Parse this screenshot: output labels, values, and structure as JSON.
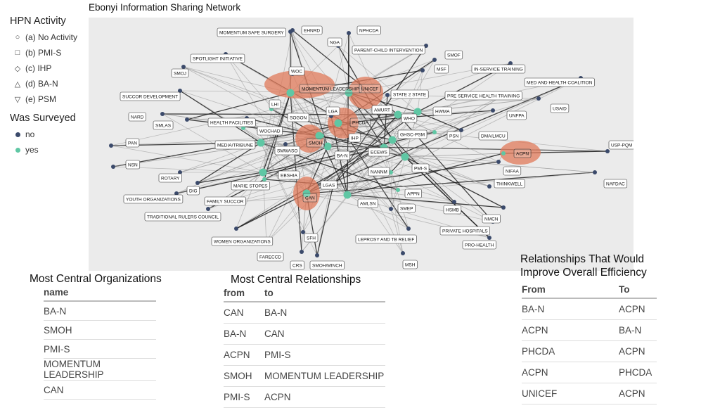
{
  "title": "Ebonyi Information Sharing Network",
  "legend": {
    "activity_title": "HPN Activity",
    "activity_items": [
      {
        "symbol": "○",
        "label": "(a) No Activity"
      },
      {
        "symbol": "□",
        "label": "(b) PMI-S"
      },
      {
        "symbol": "◇",
        "label": "(c) IHP"
      },
      {
        "symbol": "△",
        "label": "(d) BA-N"
      },
      {
        "symbol": "▽",
        "label": "(e) PSM"
      }
    ],
    "surveyed_title": "Was Surveyed",
    "surveyed_items": [
      {
        "label": "no",
        "color": "#3b4a6b"
      },
      {
        "label": "yes",
        "color": "#5fc7a4"
      }
    ]
  },
  "network": {
    "highlight_color": "#e07a5a",
    "nodes": [
      {
        "id": "EHNRD",
        "label": "EHNRD",
        "surveyed": false
      },
      {
        "id": "NPHCDA",
        "label": "NPHCDA",
        "surveyed": false
      },
      {
        "id": "MSS",
        "label": "MOMENTUM SAFE SURGERY",
        "surveyed": false
      },
      {
        "id": "NGA",
        "label": "NGA",
        "surveyed": false
      },
      {
        "id": "PCI",
        "label": "PARENT-CHILD INTERVENTION",
        "surveyed": false
      },
      {
        "id": "SMOF",
        "label": "SMOF",
        "surveyed": false
      },
      {
        "id": "SPOT",
        "label": "SPOTLIGHT INITIATIVE",
        "surveyed": false
      },
      {
        "id": "WOC",
        "label": "WOC",
        "surveyed": false
      },
      {
        "id": "MSF",
        "label": "MSF",
        "surveyed": false
      },
      {
        "id": "IST",
        "label": "IN-SERVICE TRAINING",
        "surveyed": false
      },
      {
        "id": "SMOJ",
        "label": "SMOJ",
        "surveyed": false
      },
      {
        "id": "MHC",
        "label": "MED AND HEALTH COALITION",
        "surveyed": false
      },
      {
        "id": "ML",
        "label": "MOMENTUM LEADERSHIP",
        "surveyed": true,
        "highlight": true
      },
      {
        "id": "UNICEF",
        "label": "UNICEF",
        "surveyed": true,
        "highlight": true
      },
      {
        "id": "SUCCOR",
        "label": "SUCCOR DEVELOPMENT",
        "surveyed": false
      },
      {
        "id": "S2S",
        "label": "STATE 2 STATE",
        "surveyed": false
      },
      {
        "id": "PSHT",
        "label": "PRE SERVICE HEALTH TRAINING",
        "surveyed": false
      },
      {
        "id": "LHI",
        "label": "LHI",
        "surveyed": true
      },
      {
        "id": "USAID",
        "label": "USAID",
        "surveyed": false
      },
      {
        "id": "AMURT",
        "label": "AMURT",
        "surveyed": true
      },
      {
        "id": "HWMA",
        "label": "HWMA",
        "surveyed": true
      },
      {
        "id": "LGA",
        "label": "LGA",
        "surveyed": false
      },
      {
        "id": "NARD",
        "label": "NARD",
        "surveyed": false
      },
      {
        "id": "SOGON",
        "label": "SOGON",
        "surveyed": false
      },
      {
        "id": "WHO",
        "label": "WHO",
        "surveyed": true
      },
      {
        "id": "UNFPA",
        "label": "UNFPA",
        "surveyed": false
      },
      {
        "id": "HF",
        "label": "HEALTH FACILITIES",
        "surveyed": false
      },
      {
        "id": "PHCDA",
        "label": "PHCDA",
        "surveyed": true,
        "highlight": true
      },
      {
        "id": "SMLAS",
        "label": "SMLAS",
        "surveyed": false
      },
      {
        "id": "WOCHAD",
        "label": "WOCHAD",
        "surveyed": true
      },
      {
        "id": "IHP",
        "label": "IHP",
        "surveyed": true
      },
      {
        "id": "GHSC",
        "label": "GHSC-PSM",
        "surveyed": true
      },
      {
        "id": "PSN",
        "label": "PSN",
        "surveyed": true
      },
      {
        "id": "DMA",
        "label": "DMA/LMCU",
        "surveyed": false
      },
      {
        "id": "PAN",
        "label": "PAN",
        "surveyed": false
      },
      {
        "id": "SMOH",
        "label": "SMOH",
        "surveyed": true,
        "highlight": true
      },
      {
        "id": "MEDIA",
        "label": "MEDIA/TRIBUNE",
        "surveyed": true
      },
      {
        "id": "SMWASO",
        "label": "SMWASO",
        "surveyed": false
      },
      {
        "id": "BAN",
        "label": "BA-N",
        "surveyed": true
      },
      {
        "id": "ECEWS",
        "label": "ECEWS",
        "surveyed": true
      },
      {
        "id": "USPQM",
        "label": "USP-PQM",
        "surveyed": false
      },
      {
        "id": "ACPN",
        "label": "ACPN",
        "surveyed": true,
        "highlight": true
      },
      {
        "id": "NSN",
        "label": "NSN",
        "surveyed": false
      },
      {
        "id": "PMIS",
        "label": "PMI-S",
        "surveyed": true
      },
      {
        "id": "NIFAA",
        "label": "NIFAA",
        "surveyed": false
      },
      {
        "id": "EBSHIA",
        "label": "EBSHIA",
        "surveyed": true
      },
      {
        "id": "NANNM",
        "label": "NANNM",
        "surveyed": true
      },
      {
        "id": "ROTARY",
        "label": "ROTARY",
        "surveyed": false
      },
      {
        "id": "MARIE",
        "label": "MARIE STOPES",
        "surveyed": true
      },
      {
        "id": "LGAS",
        "label": "LGAS",
        "surveyed": true
      },
      {
        "id": "THINKWELL",
        "label": "THINKWELL",
        "surveyed": false
      },
      {
        "id": "NAFDAC",
        "label": "NAFDAC",
        "surveyed": false
      },
      {
        "id": "DIG",
        "label": "DIG",
        "surveyed": false
      },
      {
        "id": "CAN",
        "label": "CAN",
        "surveyed": true,
        "highlight": true
      },
      {
        "id": "APPN",
        "label": "APPN",
        "surveyed": true
      },
      {
        "id": "YOUTH",
        "label": "YOUTH ORGANIZATIONS",
        "surveyed": false
      },
      {
        "id": "FAMSUC",
        "label": "FAMILY SUCCOR",
        "surveyed": false
      },
      {
        "id": "AMLSN",
        "label": "AMLSN",
        "surveyed": true
      },
      {
        "id": "SMEP",
        "label": "SMEP",
        "surveyed": false
      },
      {
        "id": "HSMB",
        "label": "HSMB",
        "surveyed": false
      },
      {
        "id": "TRC",
        "label": "TRADITIONAL RULERS COUNCIL",
        "surveyed": false
      },
      {
        "id": "NMCN",
        "label": "NMCN",
        "surveyed": false
      },
      {
        "id": "PRIVHOSP",
        "label": "PRIVATE HOSPITALS",
        "surveyed": false
      },
      {
        "id": "WOMEN",
        "label": "WOMEN ORGANIZATIONS",
        "surveyed": false
      },
      {
        "id": "SFH",
        "label": "SFH",
        "surveyed": false
      },
      {
        "id": "LEPROSY",
        "label": "LEPROSY AND TB RELIEF",
        "surveyed": false
      },
      {
        "id": "PROHEALTH",
        "label": "PRO-HEALTH",
        "surveyed": false
      },
      {
        "id": "FARECCD",
        "label": "FARECCD",
        "surveyed": false
      },
      {
        "id": "CRS",
        "label": "CRS",
        "surveyed": false
      },
      {
        "id": "SMOHMINCH",
        "label": "SMOH/MINCH",
        "surveyed": false
      },
      {
        "id": "MSH",
        "label": "MSH",
        "surveyed": false
      }
    ]
  },
  "central_orgs": {
    "title": "Most Central Organizations",
    "header": "name",
    "rows": [
      "BA-N",
      "SMOH",
      "PMI-S",
      "MOMENTUM LEADERSHIP",
      "CAN"
    ]
  },
  "central_relationships": {
    "title": "Most Central Relationships",
    "headers": [
      "from",
      "to"
    ],
    "rows": [
      [
        "CAN",
        "BA-N"
      ],
      [
        "BA-N",
        "CAN"
      ],
      [
        "ACPN",
        "PMI-S"
      ],
      [
        "SMOH",
        "MOMENTUM LEADERSHIP"
      ],
      [
        "PMI-S",
        "ACPN"
      ]
    ]
  },
  "efficiency": {
    "title_line1": "Relationships That Would",
    "title_line2": "Improve Overall Efficiency",
    "headers": [
      "From",
      "To"
    ],
    "rows": [
      [
        "BA-N",
        "ACPN"
      ],
      [
        "ACPN",
        "BA-N"
      ],
      [
        "PHCDA",
        "ACPN"
      ],
      [
        "ACPN",
        "PHCDA"
      ],
      [
        "UNICEF",
        "ACPN"
      ]
    ]
  }
}
